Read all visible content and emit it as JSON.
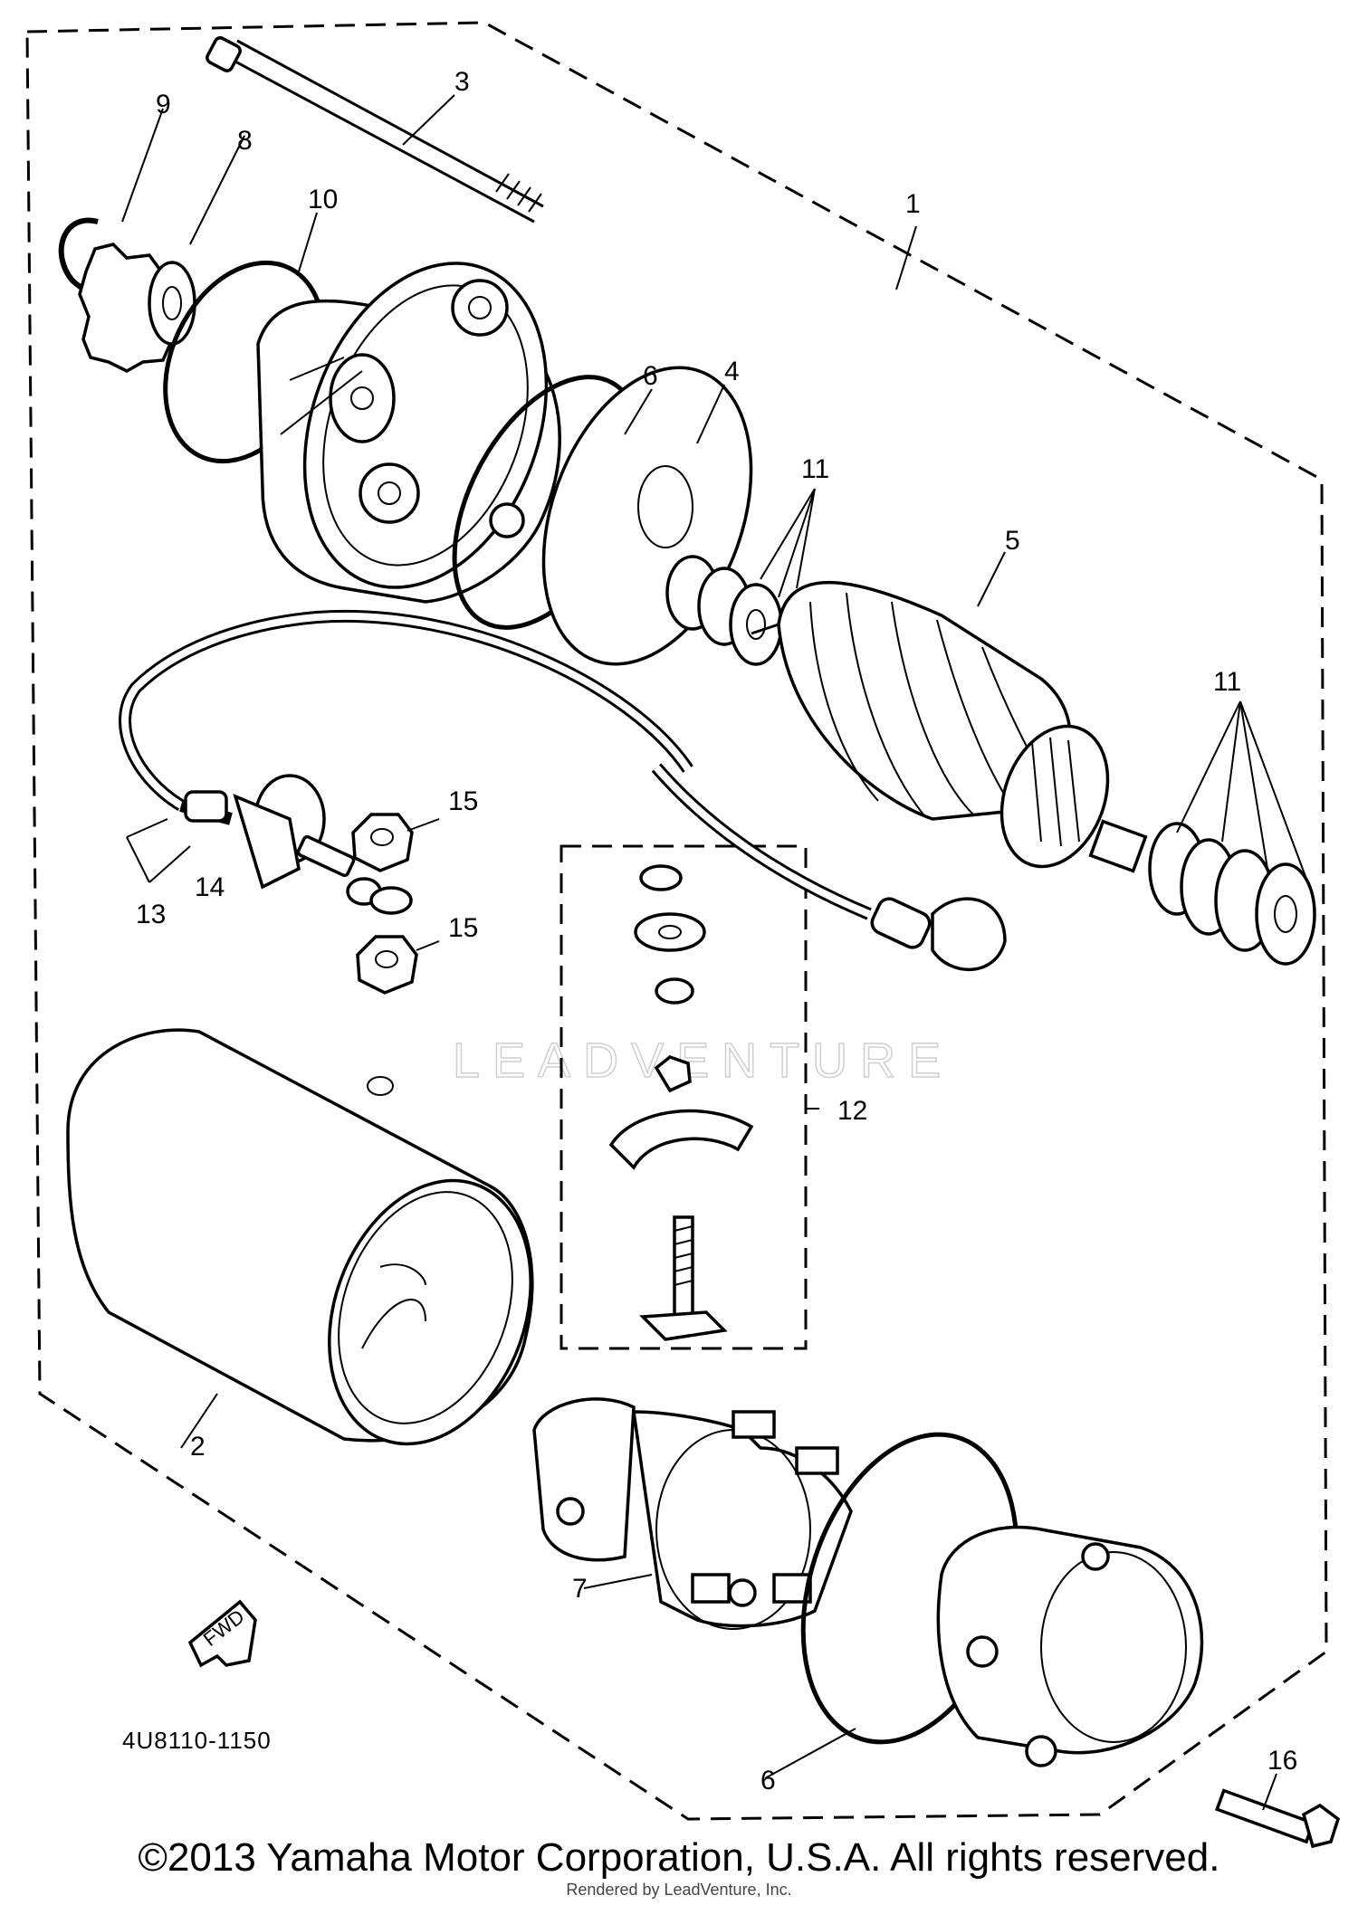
{
  "diagram": {
    "reference_code": "4U8110-1150",
    "watermark": "LEADVENTURE",
    "direction_label": "FWD",
    "callouts": [
      "1",
      "2",
      "3",
      "4",
      "5",
      "6",
      "6",
      "7",
      "8",
      "9",
      "10",
      "11",
      "11",
      "12",
      "13",
      "14",
      "15",
      "15",
      "16"
    ]
  },
  "footer": {
    "copyright": "©2013 Yamaha Motor Corporation, U.S.A. All rights reserved.",
    "rendered_by": "Rendered by LeadVenture, Inc."
  }
}
